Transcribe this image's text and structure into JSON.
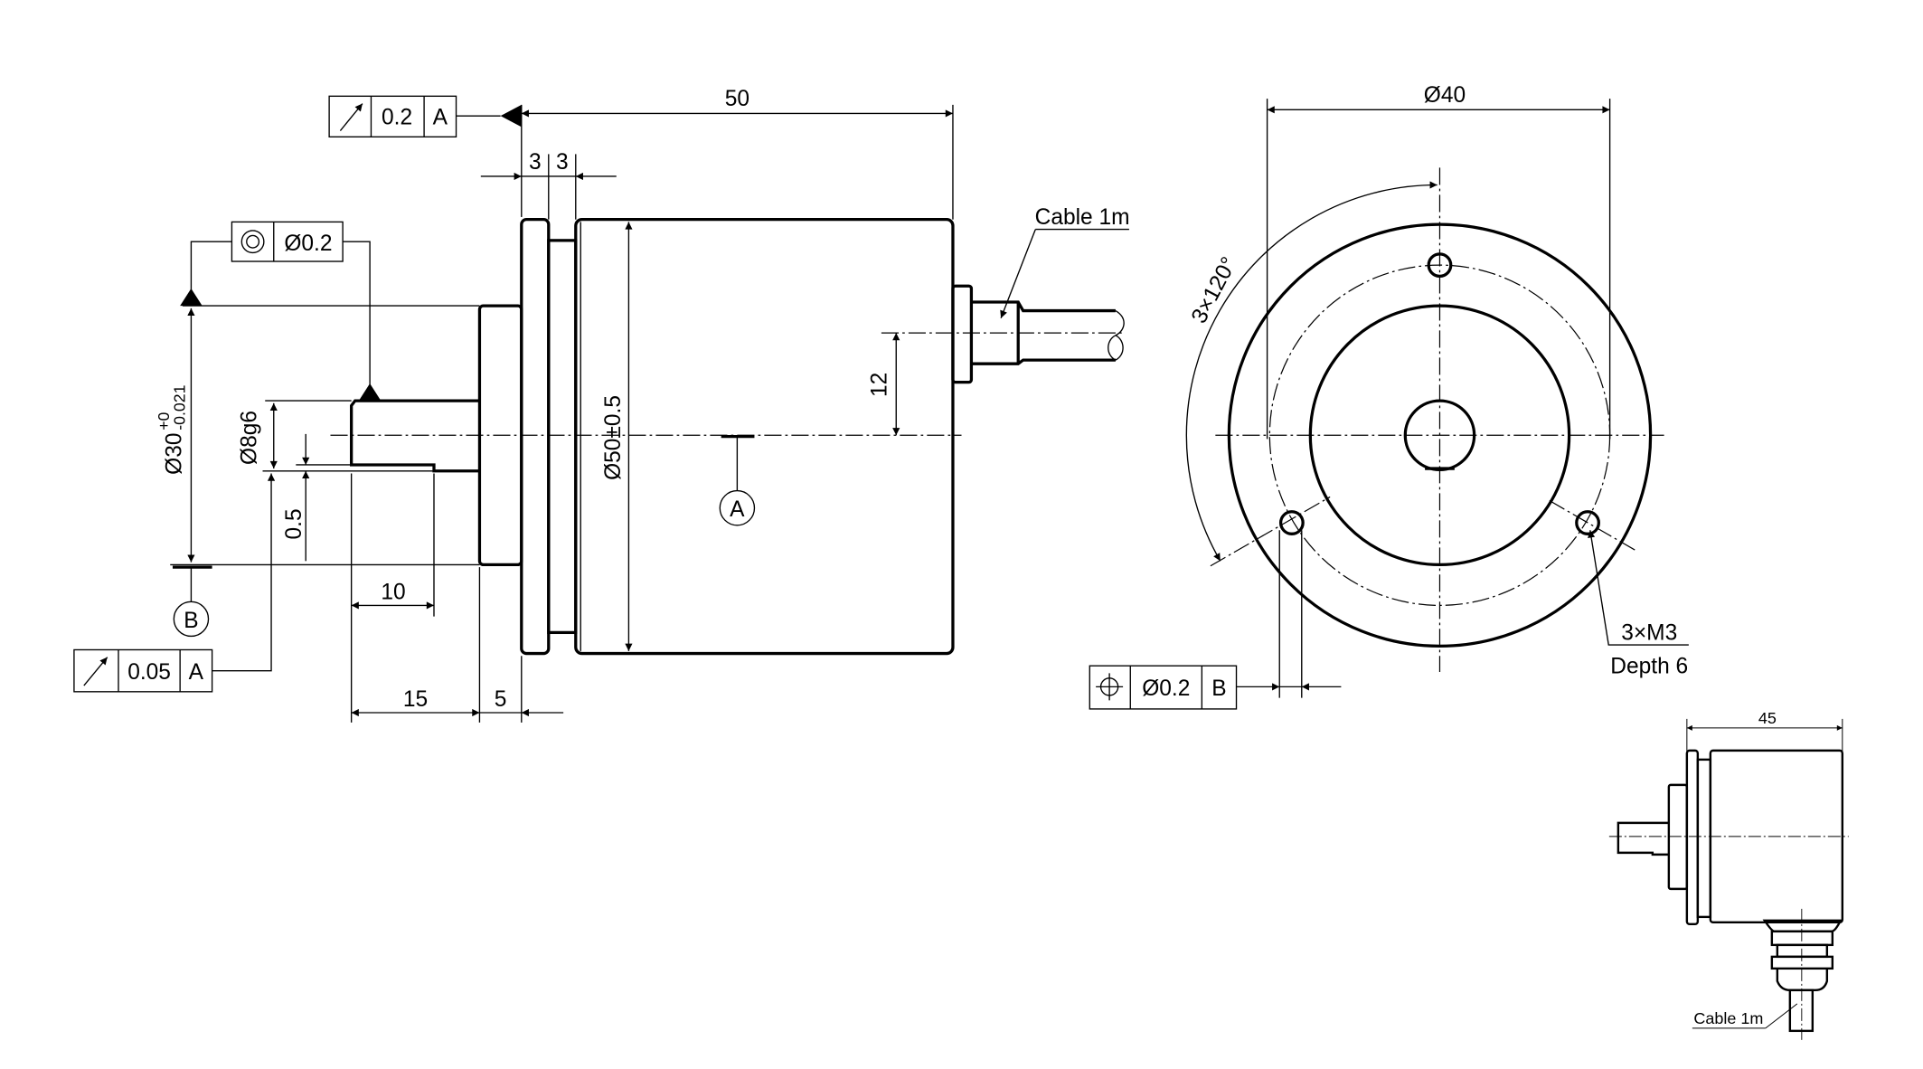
{
  "drawing": {
    "colors": {
      "line": "#000000",
      "background": "#ffffff"
    },
    "side_view": {
      "dim_total_length": "50",
      "dim_flange_1": "3",
      "dim_flange_2": "3",
      "dim_body_diameter": "Ø50±0.5",
      "dim_cable_offset": "12",
      "dim_hub_diameter": "Ø30",
      "dim_hub_tol_upper": "+0",
      "dim_hub_tol_lower": "-0.021",
      "dim_shaft_diameter": "Ø8g6",
      "dim_flat_depth": "0.5",
      "dim_flat_length": "10",
      "dim_shaft_length": "15",
      "dim_hub_length": "5",
      "cable_label": "Cable 1m",
      "datum_a": "A",
      "datum_b": "B",
      "fcf_runout_top": {
        "symbol": "runout-icon",
        "tolerance": "0.2",
        "datum": "A"
      },
      "fcf_concentricity": {
        "symbol": "concentricity-icon",
        "tolerance": "Ø0.2"
      },
      "fcf_runout_bottom": {
        "symbol": "runout-icon",
        "tolerance": "0.05",
        "datum": "A"
      }
    },
    "front_view": {
      "dim_bolt_circle": "Ø40",
      "angle_label": "3×120°",
      "hole_label": "3×M3",
      "hole_depth": "Depth 6",
      "fcf_position": {
        "symbol": "position-icon",
        "tolerance": "Ø0.2",
        "datum": "B"
      }
    },
    "radial_view": {
      "dim_length": "45",
      "cable_label": "Cable 1m"
    }
  }
}
